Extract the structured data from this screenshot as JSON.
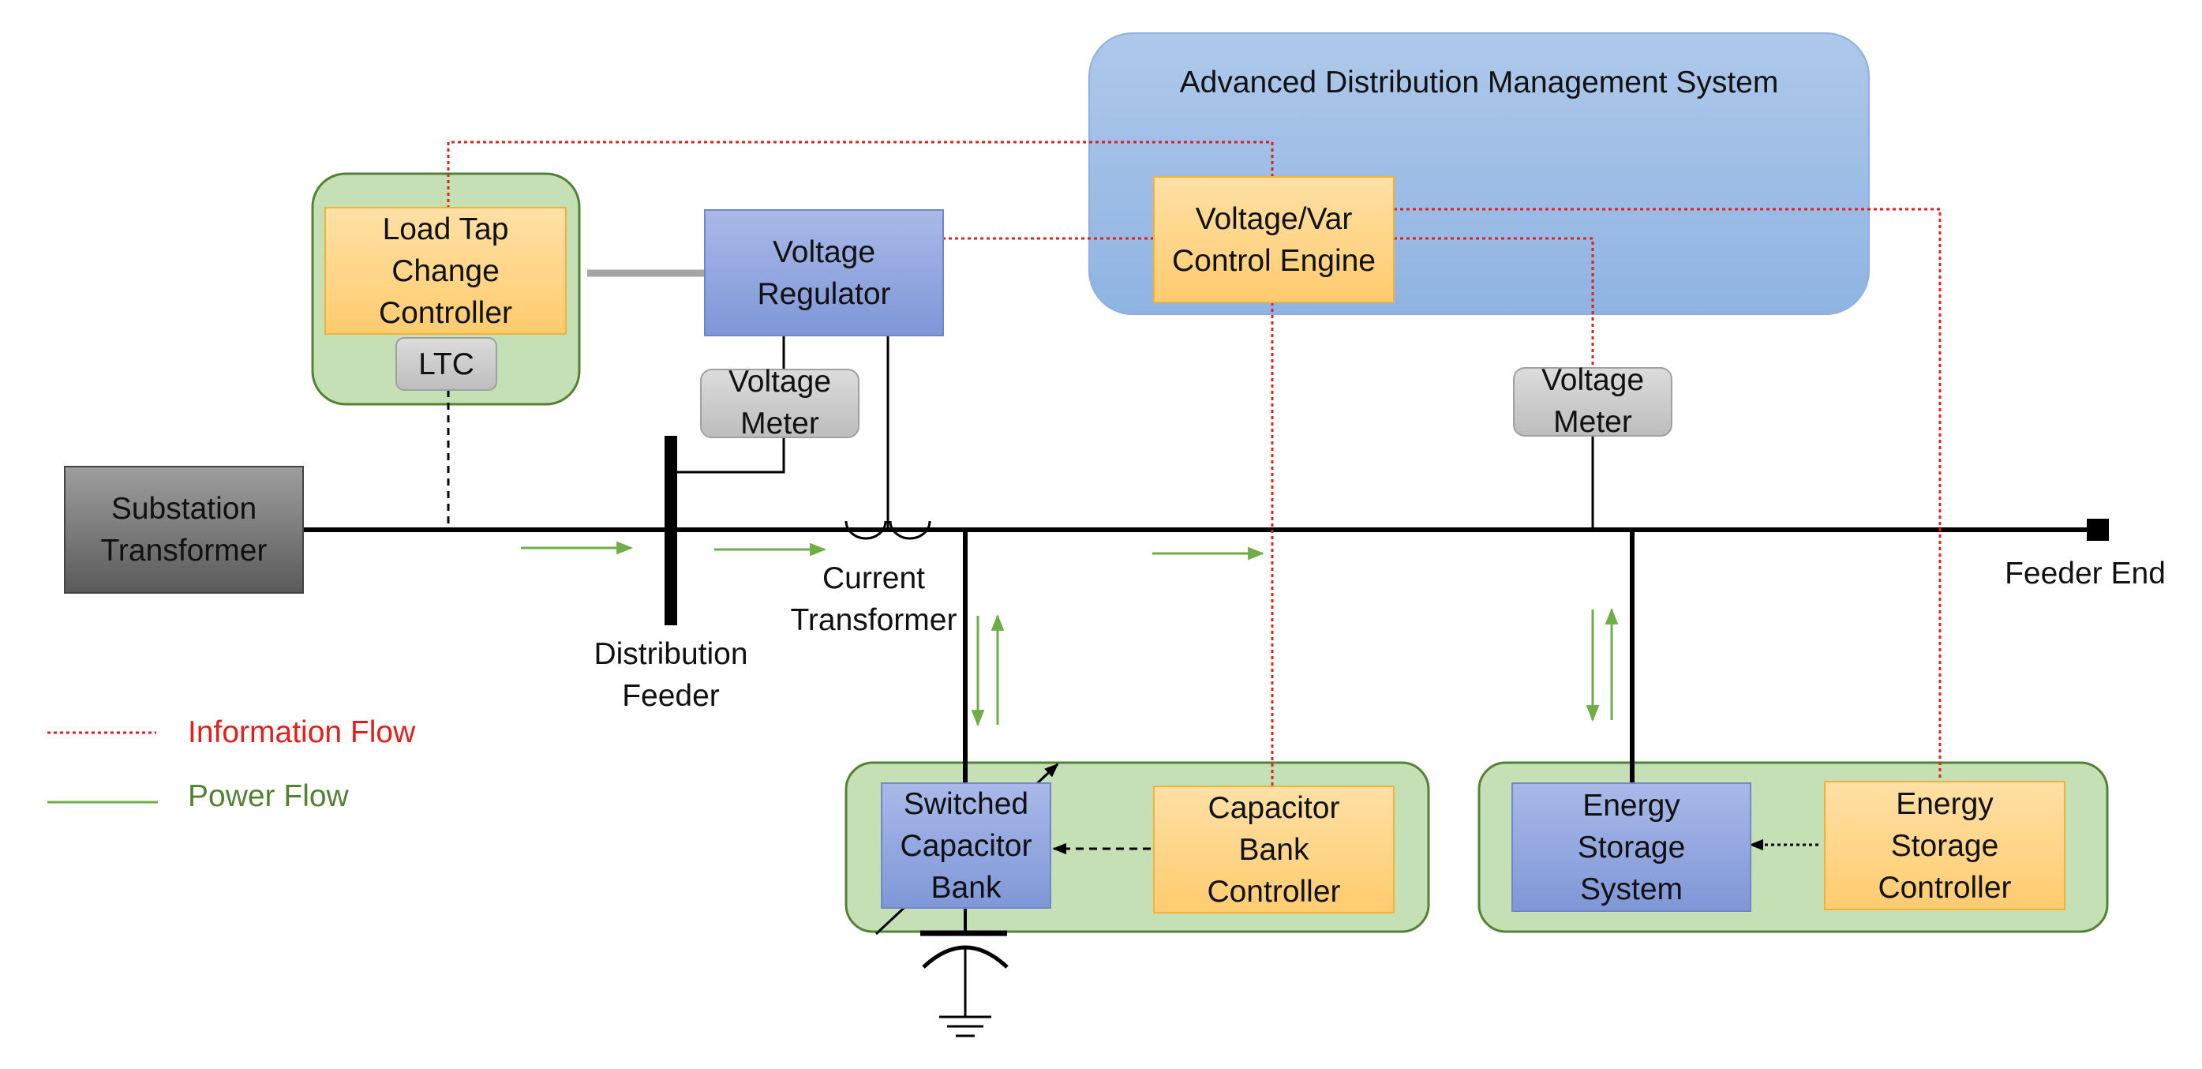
{
  "adms": {
    "title": "Advanced Distribution Management System"
  },
  "components": {
    "vvc_engine": [
      "Voltage/Var",
      "Control Engine"
    ],
    "ltc_controller": [
      "Load Tap",
      "Change",
      "Controller"
    ],
    "ltc": "LTC",
    "voltage_regulator": [
      "Voltage",
      "Regulator"
    ],
    "voltage_meter_1": [
      "Voltage",
      "Meter"
    ],
    "voltage_meter_2": [
      "Voltage",
      "Meter"
    ],
    "substation_transformer": [
      "Substation",
      "Transformer"
    ],
    "distribution_feeder": [
      "Distribution",
      "Feeder"
    ],
    "current_transformer": [
      "Current",
      "Transformer"
    ],
    "feeder_end": "Feeder End",
    "switched_capacitor_bank": [
      "Switched",
      "Capacitor",
      "Bank"
    ],
    "capacitor_bank_controller": [
      "Capacitor",
      "Bank",
      "Controller"
    ],
    "energy_storage_system": [
      "Energy",
      "Storage",
      "System"
    ],
    "energy_storage_controller": [
      "Energy",
      "Storage",
      "Controller"
    ]
  },
  "legend": {
    "information_flow": "Information Flow",
    "power_flow": "Power Flow"
  },
  "colors": {
    "info_flow": "#e0201b",
    "power_flow": "#70ad47",
    "legend_power_text": "#548235",
    "controller_fill": "#ffd280",
    "device_fill": "#8fa4dc",
    "group_fill": "#c5e0b4",
    "adms_fill": "#a2c0e6",
    "meter_fill": "#c8c8c8",
    "substation_fill": "#7a7a7a"
  }
}
